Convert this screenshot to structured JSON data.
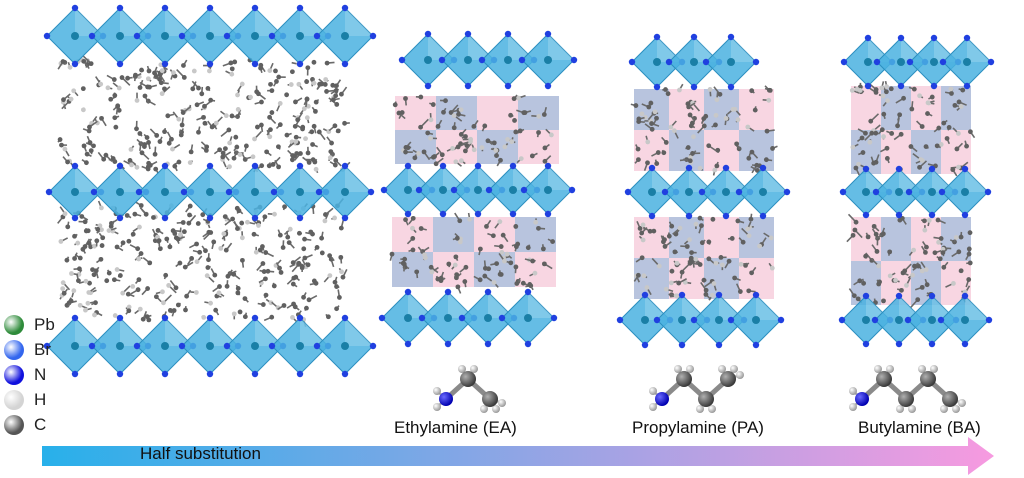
{
  "legend": [
    {
      "symbol": "Pb",
      "color": "#2e8b3a"
    },
    {
      "symbol": "Br",
      "color": "#3366ee"
    },
    {
      "symbol": "N",
      "color": "#1010dd"
    },
    {
      "symbol": "H",
      "color": "#d4d4d4"
    },
    {
      "symbol": "C",
      "color": "#555555"
    }
  ],
  "molecules": [
    {
      "label": "Ethylamine (EA)",
      "carbons": 2
    },
    {
      "label": "Propylamine (PA)",
      "carbons": 3
    },
    {
      "label": "Butylamine (BA)",
      "carbons": 4
    }
  ],
  "arrow": {
    "label": "Half substitution",
    "start_color": "#28b0ea",
    "end_color": "#f79ae0"
  },
  "colors": {
    "octahedron": "#4ab2e0",
    "octahedron_edge": "#2b8fc0",
    "pb": "#1a7fa6",
    "br": "#2040e0",
    "pink_cell": "#f8d6e2",
    "blue_cell": "#b8c4de",
    "carbon": "#606060",
    "hydrogen": "#c8c8c8",
    "nitrogen": "#1010e0",
    "bond": "#6a6a6a"
  }
}
